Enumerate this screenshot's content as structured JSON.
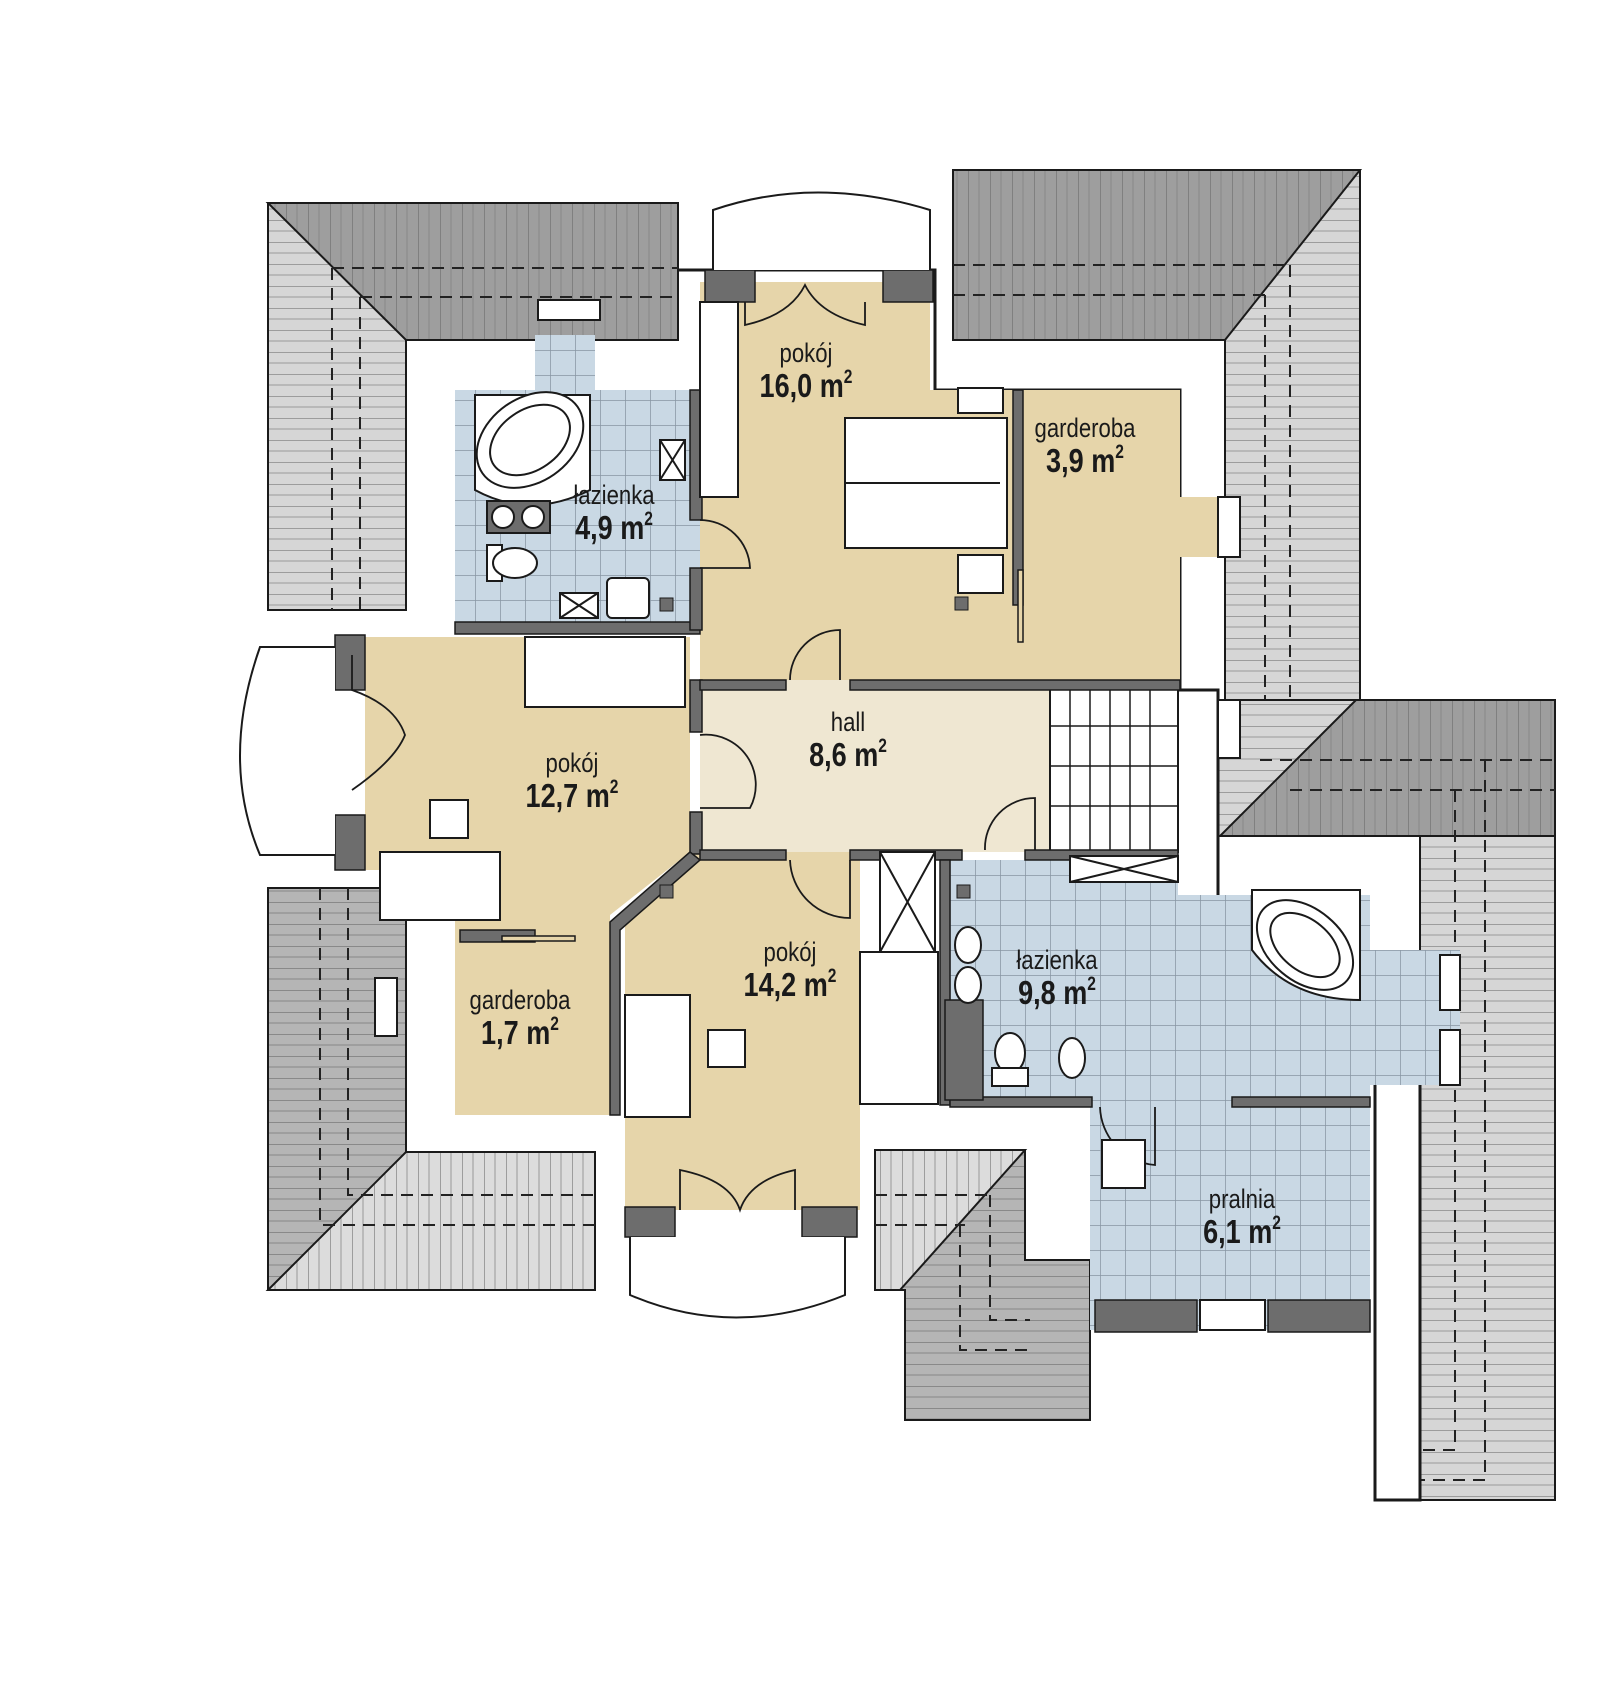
{
  "plan": {
    "type": "attic floor plan",
    "colors": {
      "room_floor": "#e6d5aa",
      "hall_floor": "#efe7d2",
      "tile_floor": "#c9d8e4",
      "tile_grid": "#8796a3",
      "wall": "#6d6d6d",
      "roof_dark": "#9e9e9e",
      "roof_light": "#d6d6d6",
      "outline": "#1a1a1a"
    },
    "rooms": [
      {
        "id": "pokoj-top",
        "name": "pokój",
        "area": "16,0",
        "unit": "m",
        "exp": "2"
      },
      {
        "id": "garderoba-right",
        "name": "garderoba",
        "area": "3,9",
        "unit": "m",
        "exp": "2"
      },
      {
        "id": "lazienka-small",
        "name": "łazienka",
        "area": "4,9",
        "unit": "m",
        "exp": "2"
      },
      {
        "id": "pokoj-left",
        "name": "pokój",
        "area": "12,7",
        "unit": "m",
        "exp": "2"
      },
      {
        "id": "hall",
        "name": "hall",
        "area": "8,6",
        "unit": "m",
        "exp": "2"
      },
      {
        "id": "pokoj-bottom",
        "name": "pokój",
        "area": "14,2",
        "unit": "m",
        "exp": "2"
      },
      {
        "id": "lazienka-large",
        "name": "łazienka",
        "area": "9,8",
        "unit": "m",
        "exp": "2"
      },
      {
        "id": "garderoba-left",
        "name": "garderoba",
        "area": "1,7",
        "unit": "m",
        "exp": "2"
      },
      {
        "id": "pralnia",
        "name": "pralnia",
        "area": "6,1",
        "unit": "m",
        "exp": "2"
      }
    ]
  }
}
